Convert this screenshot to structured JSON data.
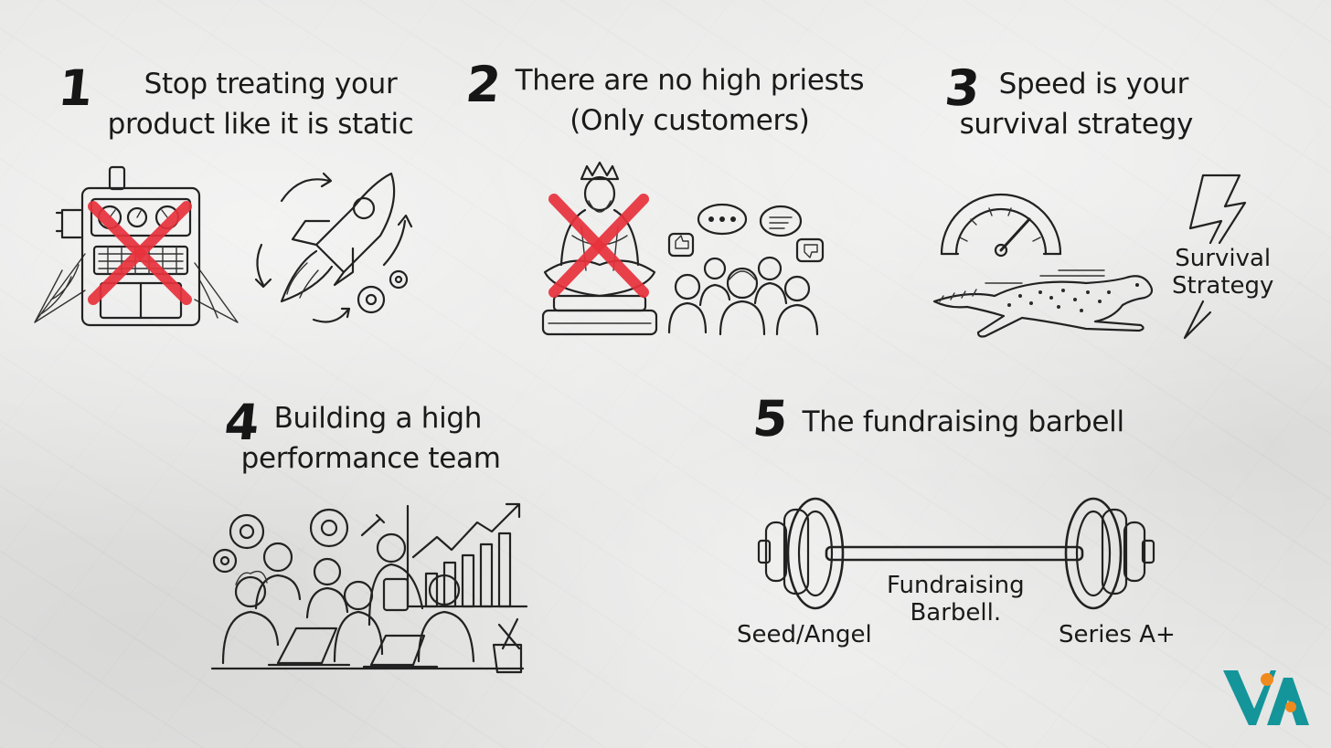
{
  "sections": [
    {
      "number": "1",
      "lines": [
        "Stop treating your",
        "product like it is static"
      ]
    },
    {
      "number": "2",
      "lines": [
        "There are no high priests",
        "(Only customers)"
      ]
    },
    {
      "number": "3",
      "lines": [
        "Speed is your",
        "survival strategy"
      ]
    },
    {
      "number": "4",
      "lines": [
        "Building a high",
        "performance team"
      ]
    },
    {
      "number": "5",
      "lines": [
        "The fundraising barbell"
      ]
    }
  ],
  "survival_label": [
    "Survival",
    "Strategy"
  ],
  "barbell": {
    "center_label": [
      "Fundraising",
      "Barbell."
    ],
    "left_label": "Seed/Angel",
    "right_label": "Series A+"
  },
  "colors": {
    "cross": "#e8323c",
    "logo_teal": "#14959a",
    "logo_orange": "#f08a1e",
    "ink": "#1c1c1c"
  },
  "icons": [
    "machine-icon",
    "rocket-icon",
    "priest-statue-icon",
    "customers-icon",
    "speedometer-icon",
    "cheetah-icon",
    "lightning-icon",
    "team-icon",
    "growth-chart-icon",
    "barbell-icon",
    "brand-logo"
  ]
}
